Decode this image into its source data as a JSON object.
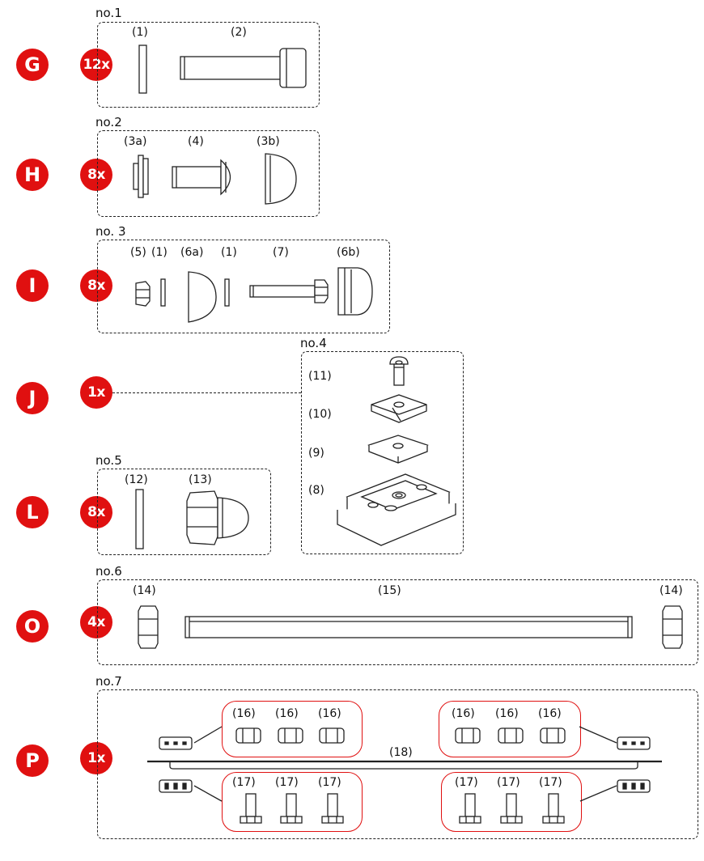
{
  "rows": [
    {
      "letter": "G",
      "qty": "12x",
      "no": "no.1"
    },
    {
      "letter": "H",
      "qty": "8x",
      "no": "no.2"
    },
    {
      "letter": "I",
      "qty": "8x",
      "no": "no. 3"
    },
    {
      "letter": "J",
      "qty": "1x",
      "no": "no.4"
    },
    {
      "letter": "L",
      "qty": "8x",
      "no": "no.5"
    },
    {
      "letter": "O",
      "qty": "4x",
      "no": "no.6"
    },
    {
      "letter": "P",
      "qty": "1x",
      "no": "no.7"
    }
  ],
  "labels": {
    "p1": "(1)",
    "p2": "(2)",
    "p3a": "(3a)",
    "p4": "(4)",
    "p3b": "(3b)",
    "p5": "(5)",
    "p1b": "(1)",
    "p6a": "(6a)",
    "p1c": "(1)",
    "p7": "(7)",
    "p6b": "(6b)",
    "p11": "(11)",
    "p10": "(10)",
    "p9": "(9)",
    "p8": "(8)",
    "p12": "(12)",
    "p13": "(13)",
    "p14a": "(14)",
    "p15": "(15)",
    "p14b": "(14)",
    "p16": "(16)",
    "p17": "(17)",
    "p18": "(18)"
  },
  "colors": {
    "accent": "#e01010",
    "line": "#222222"
  }
}
